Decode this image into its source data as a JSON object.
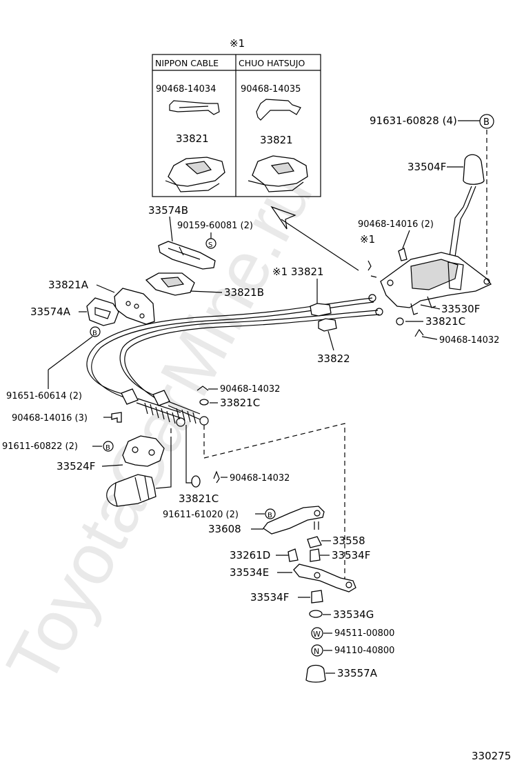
{
  "watermark": "ToyotaCarMine.ru",
  "diagram_number": "330275",
  "variant_table": {
    "note_mark": "※1",
    "columns": [
      {
        "header": "NIPPON CABLE",
        "clip_part": "90468-14034",
        "cover_part": "33821"
      },
      {
        "header": "CHUO HATSUJO",
        "clip_part": "90468-14035",
        "cover_part": "33821"
      }
    ]
  },
  "callouts": {
    "p91631_60828": "91631-60828 (4)",
    "p33504F": "33504F",
    "p90468_14016_a": "90468-14016 (2)",
    "note_mark_right": "※1",
    "p33530F": "33530F",
    "p33821C_a": "33821C",
    "p90468_14032_a": "90468-14032",
    "p33574B": "33574B",
    "p90159_60081": "90159-60081 (2)",
    "p33821_cable": "※1 33821",
    "p33821A": "33821A",
    "p33821B": "33821B",
    "p33574A": "33574A",
    "p33822": "33822",
    "p91651_60614": "91651-60614 (2)",
    "p90468_14032_b": "90468-14032",
    "p33821C_b": "33821C",
    "p90468_14016_b": "90468-14016 (3)",
    "p91611_60822": "91611-60822 (2)",
    "p33524F": "33524F",
    "p90468_14032_c": "90468-14032",
    "p33821C_c": "33821C",
    "p91611_61020": "91611-61020 (2)",
    "p33608": "33608",
    "p33558": "33558",
    "p33261D": "33261D",
    "p33534F_a": "33534F",
    "p33534E": "33534E",
    "p33534F_b": "33534F",
    "p33534G": "33534G",
    "p94511_00800": "94511-00800",
    "p94110_40800": "94110-40800",
    "p33557A": "33557A"
  },
  "symbols": {
    "bolt_b": "B",
    "screw_s": "S",
    "washer_w": "W",
    "nut_n": "N"
  }
}
